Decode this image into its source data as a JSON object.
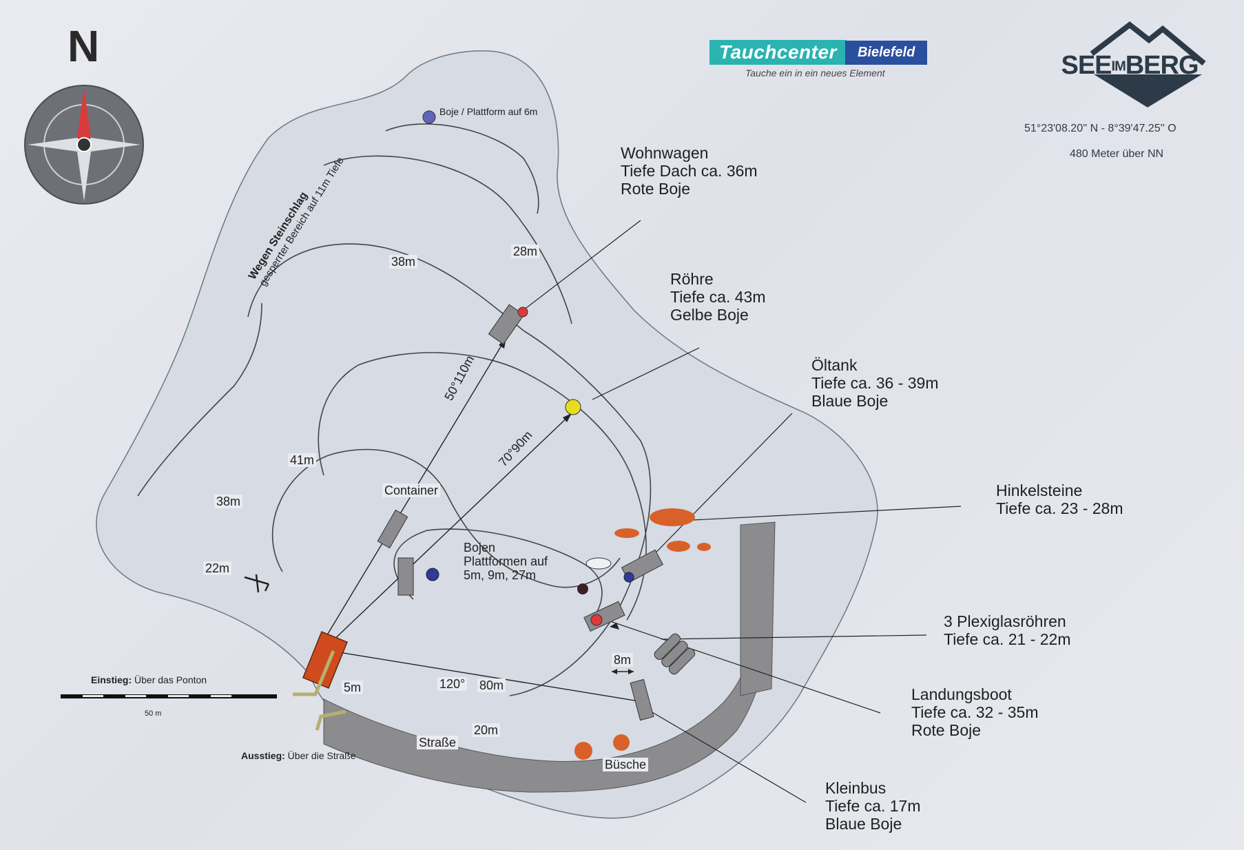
{
  "north": "N",
  "header": {
    "brand_main": "Tauchcenter",
    "brand_sub": "Bielefeld",
    "brand_tagline": "Tauche ein in ein neues Element",
    "site_name_left": "SEE",
    "site_name_mid": "IM",
    "site_name_right": "BERG",
    "coordinates": "51°23'08.20'' N - 8°39'47.25'' O",
    "altitude": "480 Meter über NN"
  },
  "warning": {
    "line1": "Wegen Steinschlag",
    "line2": "gesperrter Bereich auf 11m Tiefe"
  },
  "buoy_top": "Boje / Plattform auf 6m",
  "depths": {
    "d38a": "38m",
    "d28": "28m",
    "d41": "41m",
    "d38b": "38m",
    "d22": "22m",
    "d5": "5m",
    "d20": "20m",
    "d8": "8m"
  },
  "bearings": {
    "b1": "50°110m",
    "b2": "70°90m",
    "b3_deg": "120°",
    "b3_dist": "80m"
  },
  "map_labels": {
    "container": "Container",
    "bojen_1": "Bojen",
    "bojen_2": "Plattformen auf",
    "bojen_3": "5m, 9m, 27m",
    "strasse": "Straße",
    "busche": "Büsche"
  },
  "callouts": {
    "wohnwagen": [
      "Wohnwagen",
      "Tiefe Dach ca. 36m",
      "Rote Boje"
    ],
    "rohre": [
      "Röhre",
      "Tiefe ca. 43m",
      "Gelbe Boje"
    ],
    "oltank": [
      "Öltank",
      "Tiefe ca. 36 - 39m",
      "Blaue Boje"
    ],
    "hinkelsteine": [
      "Hinkelsteine",
      "Tiefe ca. 23 - 28m"
    ],
    "plexiglas": [
      "3 Plexiglasröhren",
      "Tiefe ca. 21 - 22m"
    ],
    "landungsboot": [
      "Landungsboot",
      "Tiefe ca. 32 - 35m",
      "Rote Boje"
    ],
    "kleinbus": [
      "Kleinbus",
      "Tiefe ca. 17m",
      "Blaue Boje"
    ]
  },
  "legend": {
    "entry_bold": "Einstieg:",
    "entry_text": " Über das Ponton",
    "exit_bold": "Ausstieg:",
    "exit_text": " Über die Straße",
    "scale": "50 m"
  },
  "colors": {
    "water": "#d9dee6",
    "road": "#8c8c8f",
    "buoy_red": "#e0393a",
    "buoy_yellow": "#e7dd1e",
    "buoy_blue": "#2f3a9a",
    "stone": "#d8612a",
    "ponton": "#cf4a1c"
  }
}
